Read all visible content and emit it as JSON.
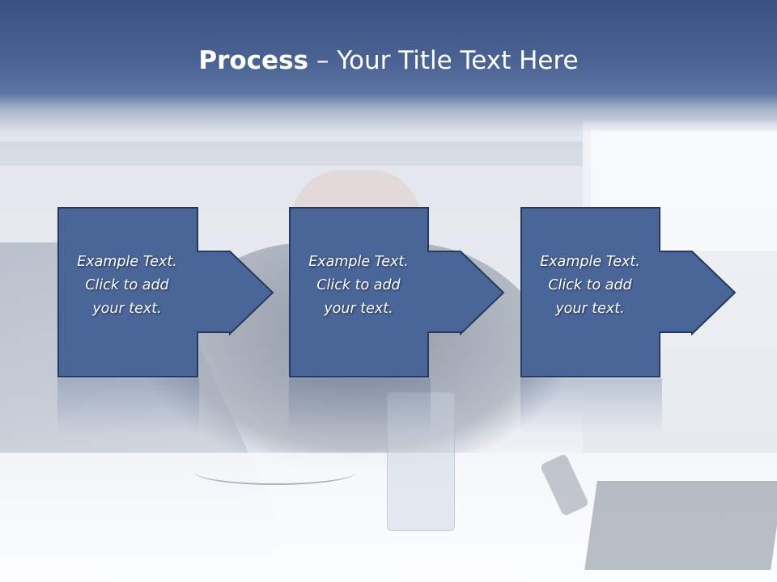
{
  "slide": {
    "title_bold": "Process",
    "title_rest": " – Your Title Text Here"
  },
  "steps": [
    {
      "text": "Example Text.\nClick  to add\nyour text."
    },
    {
      "text": "Example Text.\nClick  to add\nyour text."
    },
    {
      "text": "Example Text.\nClick  to add\nyour text."
    }
  ],
  "colors": {
    "box_fill": "#4a6598",
    "box_stroke": "#27395c",
    "title_band": "#3a5282"
  }
}
